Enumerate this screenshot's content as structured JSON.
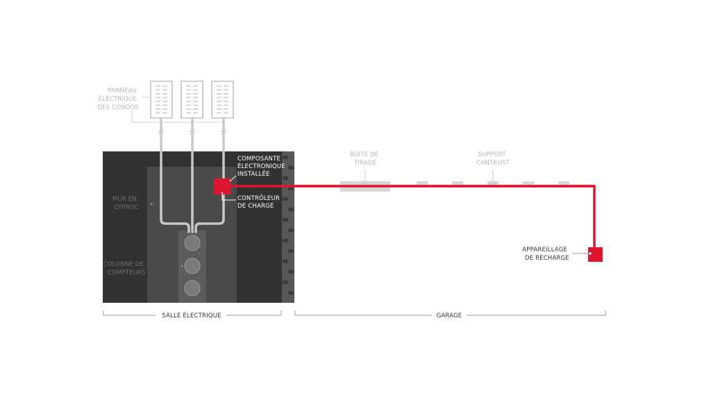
{
  "labels": {
    "condo_panel": [
      "PANNEAU",
      "ÉLECTRIQUE",
      "DES CONDOS"
    ],
    "drywall": [
      "MUR EN",
      "GYPROC"
    ],
    "meter_column": [
      "COLONNE DE",
      "COMPTEURS"
    ],
    "electronic_component": [
      "COMPOSANTE",
      "ÉLECTRONIQUE",
      "INSTALLÉE"
    ],
    "charge_controller": [
      "CONTRÔLEUR",
      "DE CHARGE"
    ],
    "pull_box": [
      "BOÎTE DE",
      "TIRAGE"
    ],
    "cantrust_support": [
      "SUPPORT",
      "CANTRUST"
    ],
    "charging_equipment": [
      "APPAREILLAGE",
      "DE RECHARGE"
    ],
    "electrical_room": "SALLE ÉLECTRIQUE",
    "garage": "GARAGE"
  },
  "colors": {
    "accent_red": "#e0142e",
    "room_dark": "#323232",
    "wall_panel": "#4a4a4a",
    "meter_body": "#5c5c5c",
    "conduit_gray": "#c8c8c8",
    "brick": "#575757",
    "label_gray": "#b4b4b4"
  }
}
